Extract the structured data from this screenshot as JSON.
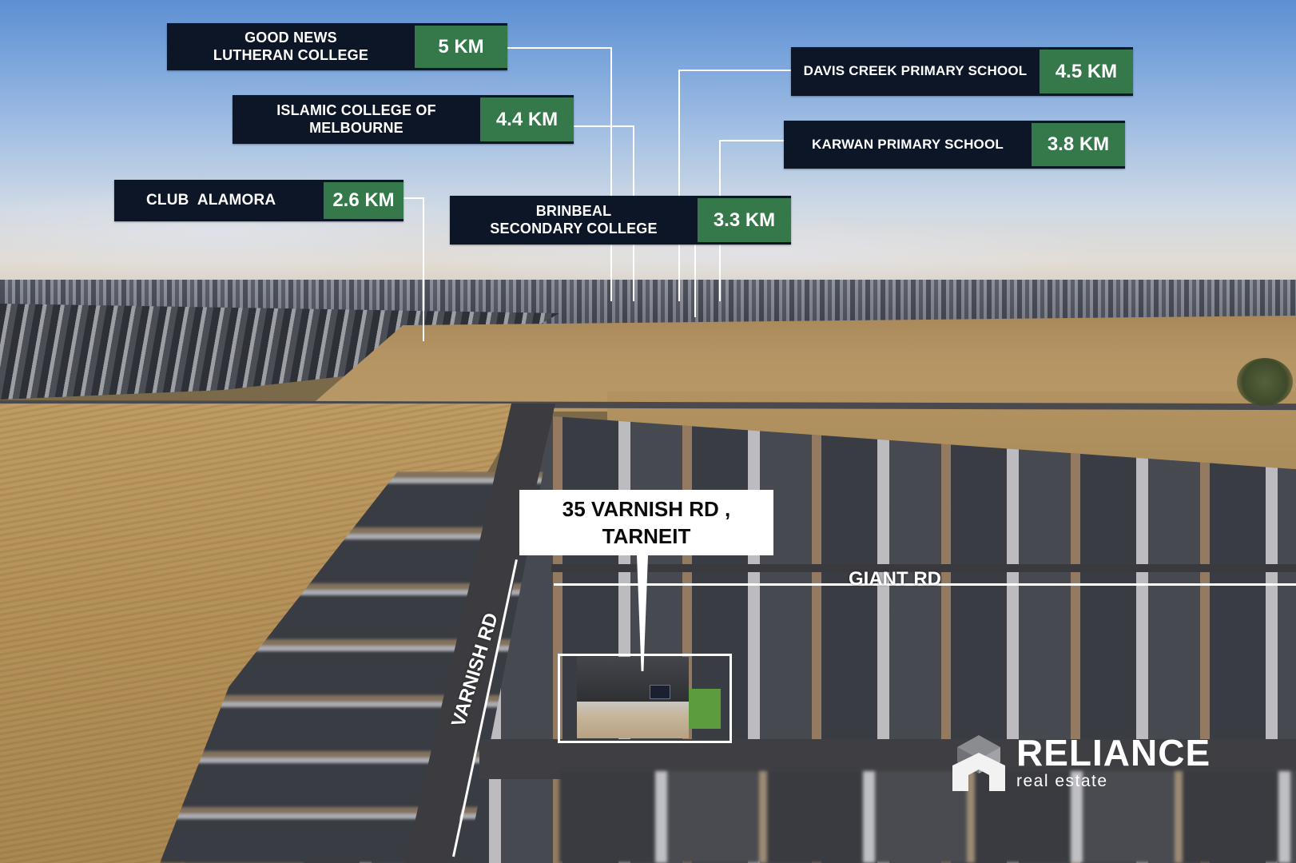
{
  "image": {
    "type": "aerial-location-map",
    "description": "Aerial drone photograph of a residential estate with distance callouts to nearby schools and amenities"
  },
  "property": {
    "address_line1": "35 VARNISH RD ,",
    "address_line2": "TARNEIT"
  },
  "streets": {
    "giant_rd": "GIANT RD",
    "varnish_rd": "VARNISH RD"
  },
  "amenities": [
    {
      "name_line1": "GOOD NEWS",
      "name_line2": "LUTHERAN COLLEGE",
      "distance": "5 KM"
    },
    {
      "name_line1": "ISLAMIC COLLEGE OF",
      "name_line2": "MELBOURNE",
      "distance": "4.4 KM"
    },
    {
      "name_line1": "CLUB  ALAMORA",
      "name_line2": "",
      "distance": "2.6 KM"
    },
    {
      "name_line1": "BRINBEAL",
      "name_line2": "SECONDARY COLLEGE",
      "distance": "3.3 KM"
    },
    {
      "name_line1": "DAVIS CREEK PRIMARY SCHOOL",
      "name_line2": "",
      "distance": "4.5 KM"
    },
    {
      "name_line1": "KARWAN PRIMARY SCHOOL",
      "name_line2": "",
      "distance": "3.8 KM"
    }
  ],
  "brand": {
    "name": "RELIANCE",
    "tagline": "real estate",
    "icon": "house-cube-logo-icon"
  },
  "colors": {
    "label_background": "#0c1626",
    "distance_background": "#35784a",
    "text": "#ffffff",
    "address_background": "#ffffff",
    "address_text": "#0a0a0a"
  }
}
